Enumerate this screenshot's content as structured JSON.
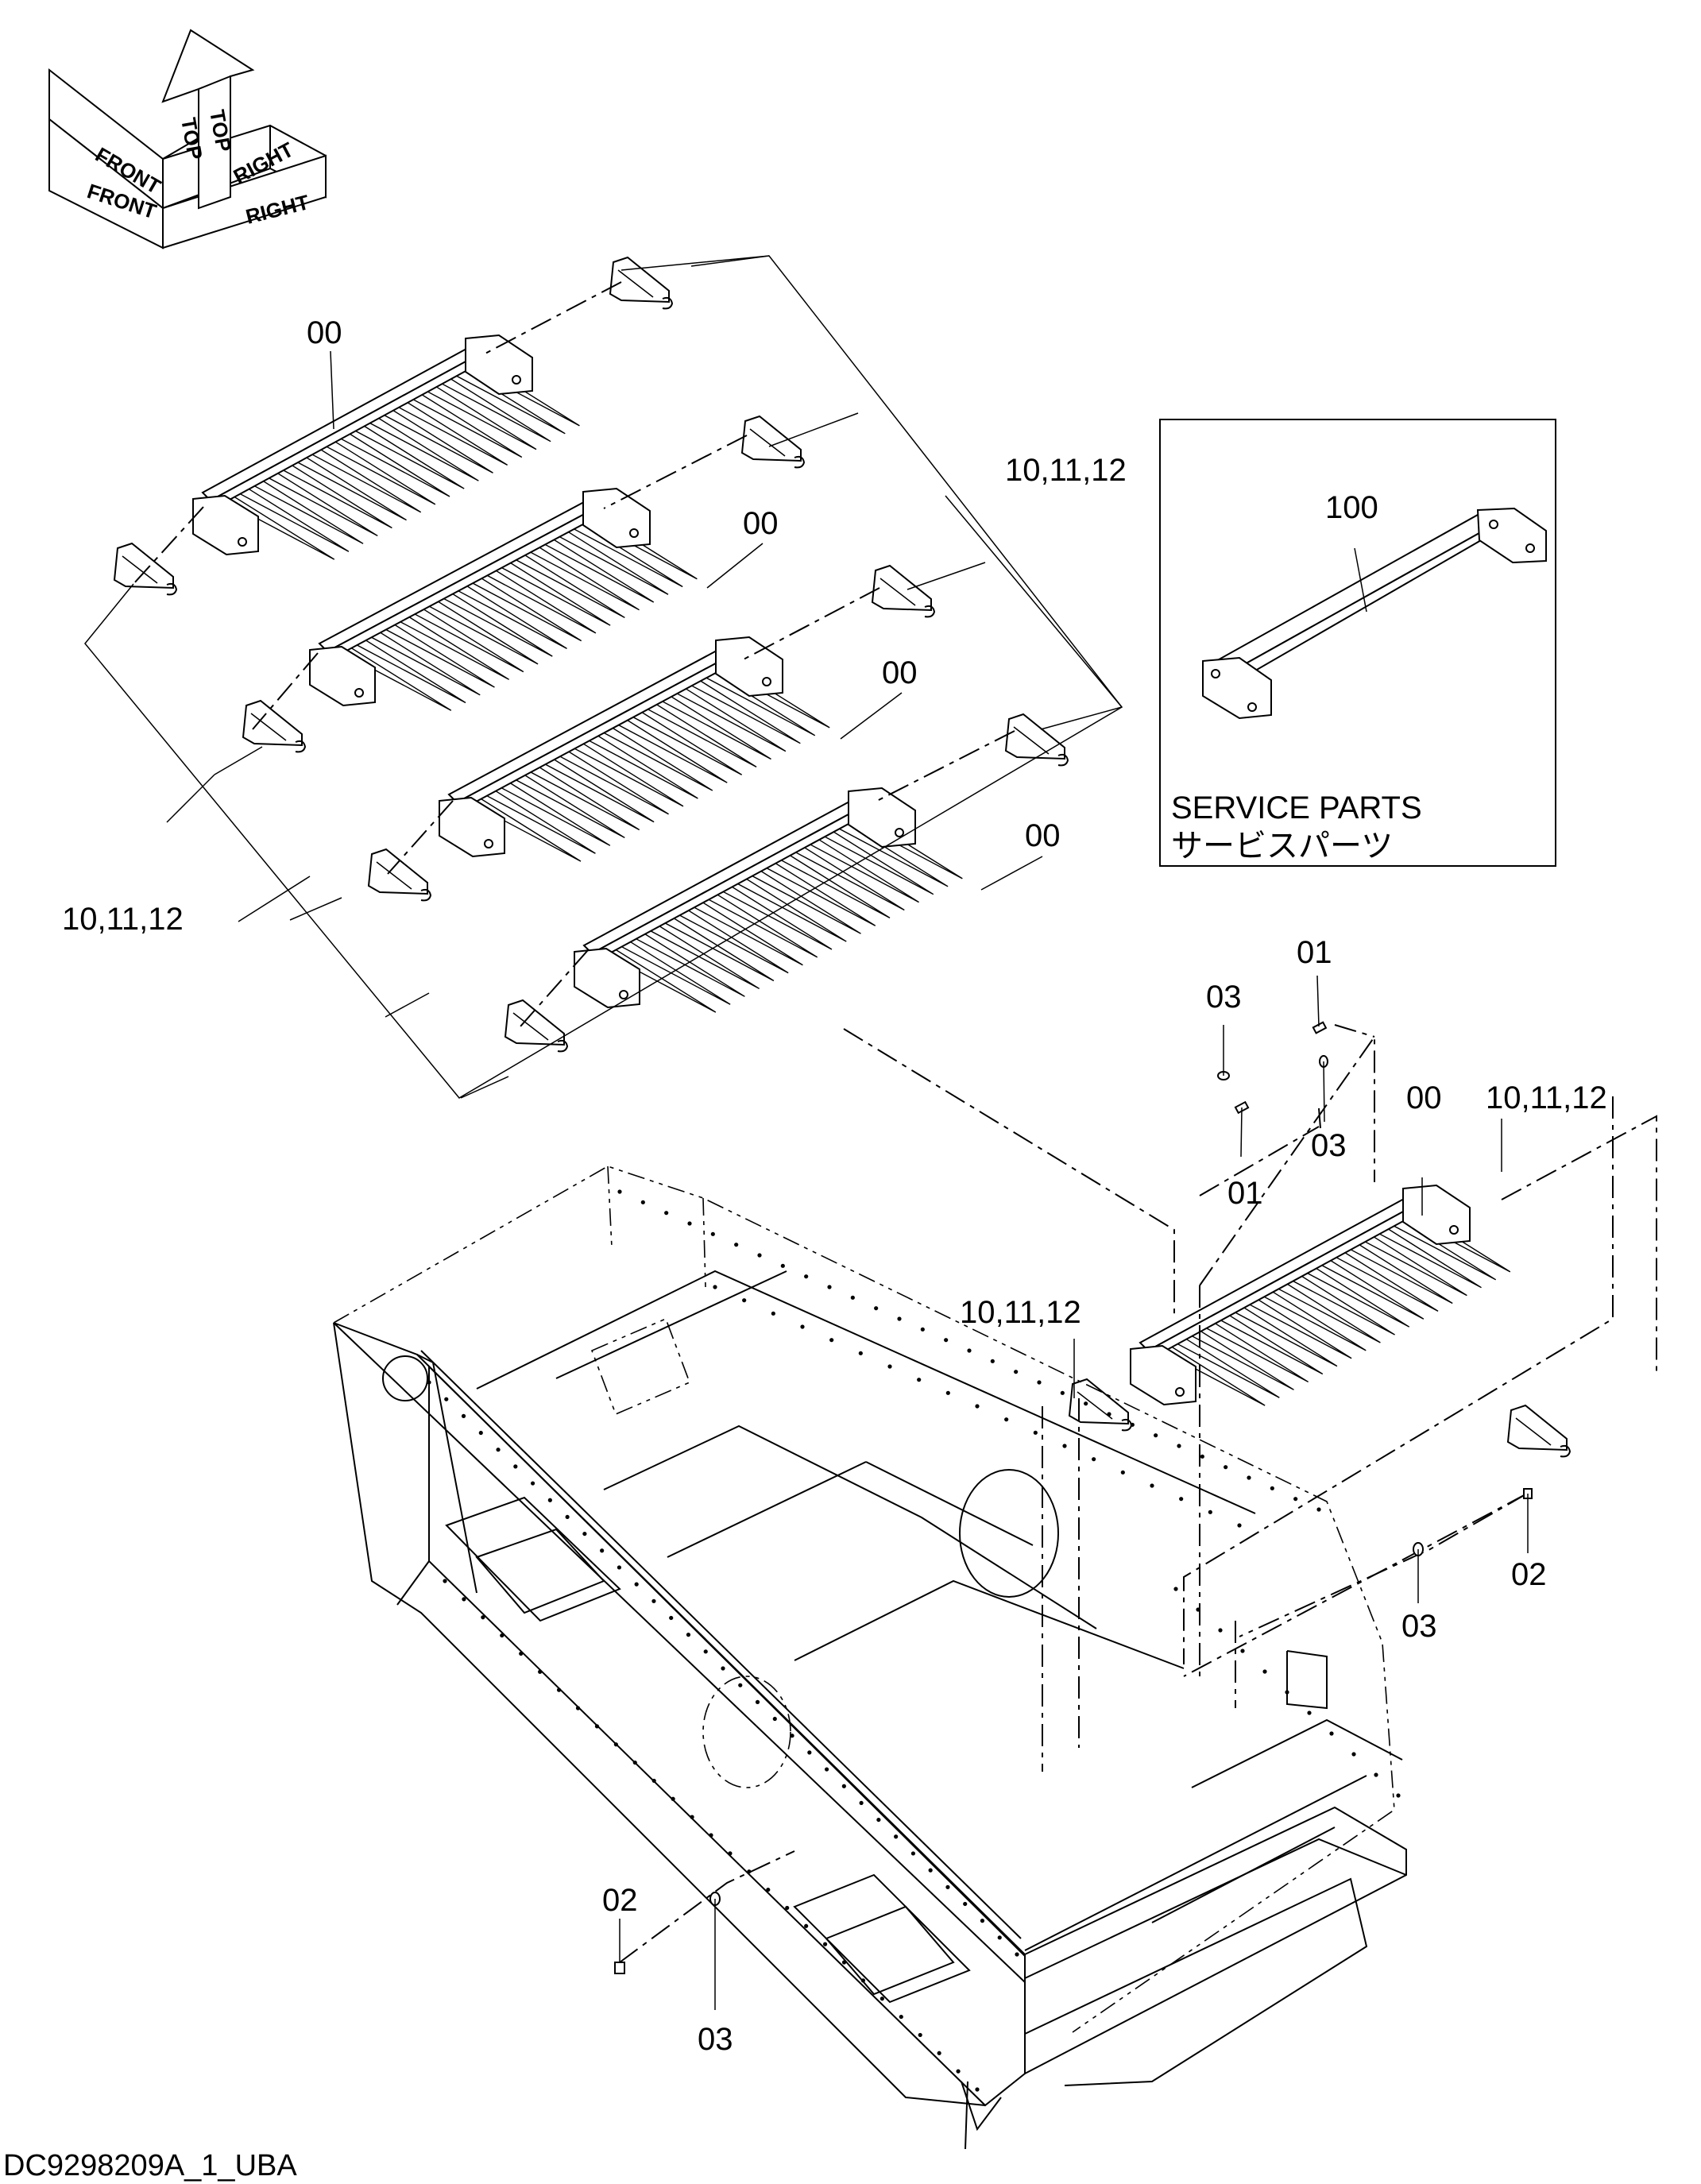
{
  "orientation_icon": {
    "labels": [
      "FRONT",
      "FRONT",
      "TOP",
      "TOP",
      "RIGHT",
      "RIGHT"
    ]
  },
  "callouts": {
    "top_left_00": "00",
    "set2_00": "00",
    "set3_00": "00",
    "set4_00": "00",
    "hangers_right": "10,11,12",
    "hangers_left": "10,11,12",
    "right_01_top": "01",
    "right_03_top": "03",
    "right_01_mid": "01",
    "right_03_mid": "03",
    "right_hangers": "10,11,12",
    "right_00": "00",
    "mid_hangers": "10,11,12",
    "right_02": "02",
    "right_03_low": "03",
    "bottom_02": "02",
    "bottom_03": "03"
  },
  "service_box": {
    "part_number": "100",
    "title_en": "SERVICE PARTS",
    "title_jp": "サービスパーツ"
  },
  "footer": {
    "drawing_code": "DC9298209A_1_UBA"
  }
}
